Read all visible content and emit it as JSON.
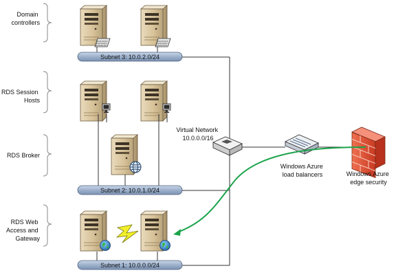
{
  "groups": {
    "domain_controllers": [
      "Domain",
      "controllers"
    ],
    "rds_session_hosts": [
      "RDS Session",
      "Hosts"
    ],
    "rds_broker": [
      "RDS Broker"
    ],
    "rds_web": [
      "RDS Web",
      "Access and",
      "Gateway"
    ]
  },
  "subnets": {
    "subnet3": "Subnet 3: 10.0.2.0/24",
    "subnet2": "Subnet 2: 10.0.1.0/24",
    "subnet1": "Subnet 1: 10.0.0.0/24"
  },
  "network": {
    "virtual_network": [
      "Virtual Network",
      "10.0.0.0/16"
    ],
    "load_balancers": [
      "Windows Azure",
      "load balancers"
    ],
    "edge_security": [
      "Windows Azure",
      "edge security"
    ]
  },
  "icons": {
    "server": "server-icon",
    "keyboard": "keyboard-icon",
    "globe": "globe-icon",
    "router": "router-icon",
    "switch": "switch-icon",
    "firewall": "firewall-icon",
    "lightning": "lightning-icon"
  },
  "colors": {
    "server_body": "#d9c6a0",
    "subnet_bar": "#9fb3cf",
    "arrow": "#1aa34a",
    "firewall": "#e8452c",
    "lightning": "#f2ef2a"
  }
}
